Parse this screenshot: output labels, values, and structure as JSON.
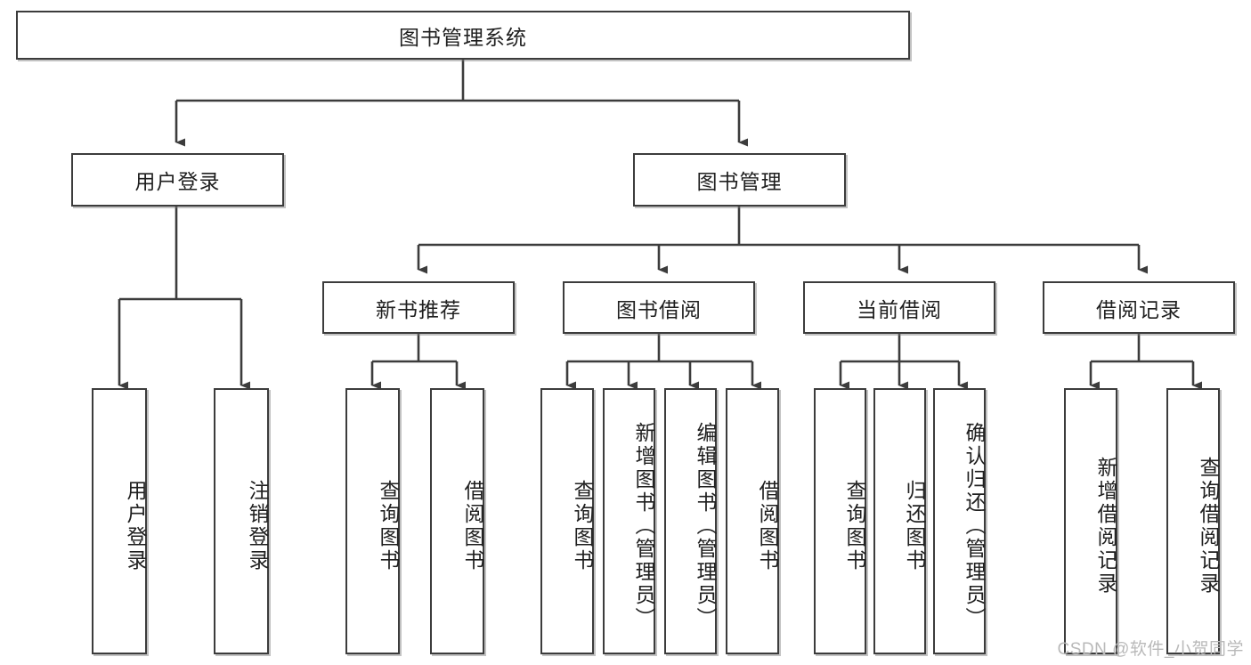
{
  "diagram": {
    "type": "tree",
    "title": "图书管理系统",
    "root": {
      "label": "图书管理系统"
    },
    "level2": [
      {
        "label": "用户登录"
      },
      {
        "label": "图书管理"
      }
    ],
    "level3": [
      {
        "label": "新书推荐"
      },
      {
        "label": "图书借阅"
      },
      {
        "label": "当前借阅"
      },
      {
        "label": "借阅记录"
      }
    ],
    "leaves": {
      "user_login": [
        {
          "label": "用户登录"
        },
        {
          "label": "注销登录"
        }
      ],
      "new_book_recommend": [
        {
          "label": "查询图书"
        },
        {
          "label": "借阅图书"
        }
      ],
      "book_borrow": [
        {
          "label": "查询图书"
        },
        {
          "label": "新增图书（管理员）"
        },
        {
          "label": "编辑图书（管理员）"
        },
        {
          "label": "借阅图书"
        }
      ],
      "current_borrow": [
        {
          "label": "查询图书"
        },
        {
          "label": "归还图书"
        },
        {
          "label": "确认归还（管理员）"
        }
      ],
      "borrow_records": [
        {
          "label": "新增借阅记录"
        },
        {
          "label": "查询借阅记录"
        }
      ]
    }
  },
  "watermark": {
    "text": "CSDN @软件_小贺同学"
  },
  "colors": {
    "background": "#ffffff",
    "line": "#3c3c3c",
    "box_border": "#3c3c3c",
    "box_fill": "#ffffff",
    "text": "#1f1f1f",
    "watermark": "#b9b9b9"
  }
}
